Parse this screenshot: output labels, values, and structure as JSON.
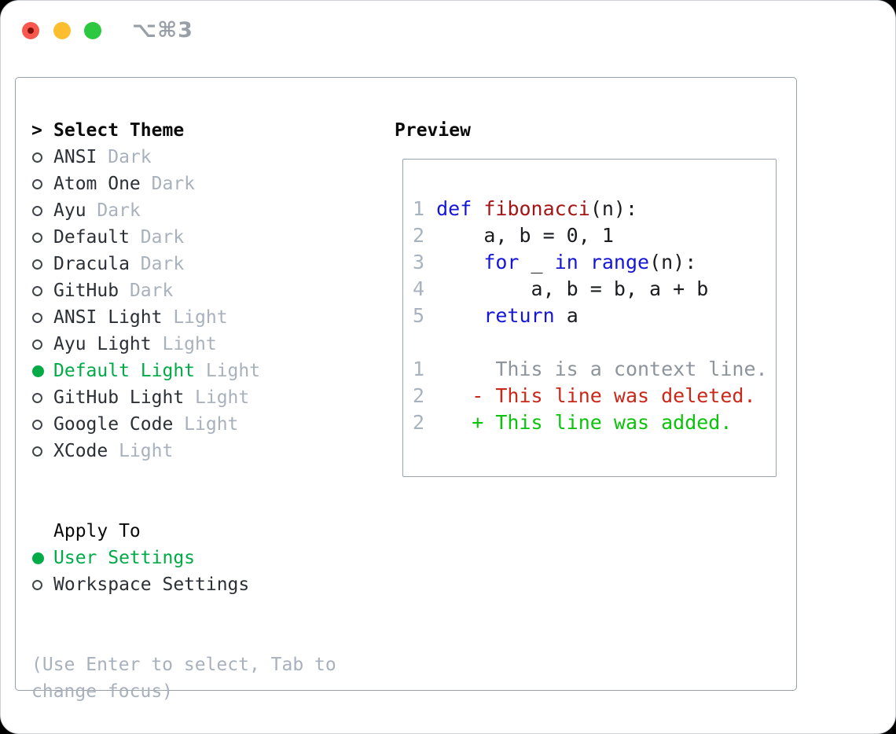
{
  "window": {
    "shortcut": "⌥⌘3",
    "traffic_lights": [
      "close",
      "minimize",
      "zoom"
    ]
  },
  "colors": {
    "accent_green": "#00ab47",
    "diff_added_green": "#0cc30c",
    "diff_deleted_red": "#c9281a",
    "diff_context_gray": "#8e949c",
    "keyword_blue": "#1616d9",
    "function_red": "#a41515",
    "line_number_gray": "#a9b3bf",
    "muted_gray": "#a8b1bc",
    "panel_border_gray": "#96a0ab"
  },
  "theme_panel": {
    "prompt": ">",
    "title": "Select Theme",
    "items": [
      {
        "label": "ANSI",
        "variant": "Dark",
        "selected": false
      },
      {
        "label": "Atom One",
        "variant": "Dark",
        "selected": false
      },
      {
        "label": "Ayu",
        "variant": "Dark",
        "selected": false
      },
      {
        "label": "Default",
        "variant": "Dark",
        "selected": false
      },
      {
        "label": "Dracula",
        "variant": "Dark",
        "selected": false
      },
      {
        "label": "GitHub",
        "variant": "Dark",
        "selected": false
      },
      {
        "label": "ANSI Light",
        "variant": "Light",
        "selected": false
      },
      {
        "label": "Ayu Light",
        "variant": "Light",
        "selected": false
      },
      {
        "label": "Default Light",
        "variant": "Light",
        "selected": true
      },
      {
        "label": "GitHub Light",
        "variant": "Light",
        "selected": false
      },
      {
        "label": "Google Code",
        "variant": "Light",
        "selected": false
      },
      {
        "label": "XCode",
        "variant": "Light",
        "selected": false
      }
    ],
    "apply_to": {
      "title": "Apply To",
      "options": [
        {
          "label": "User Settings",
          "selected": true
        },
        {
          "label": "Workspace Settings",
          "selected": false
        }
      ]
    },
    "hint_lines": [
      "(Use Enter to select, Tab to",
      "change focus)"
    ]
  },
  "preview": {
    "title": "Preview",
    "lines": [
      {
        "segments": [
          {
            "t": "1",
            "c": "num"
          },
          {
            "t": " ",
            "c": "pl"
          },
          {
            "t": "def",
            "c": "kw"
          },
          {
            "t": " ",
            "c": "pl"
          },
          {
            "t": "fibonacci",
            "c": "fn"
          },
          {
            "t": "(n):",
            "c": "pl"
          }
        ]
      },
      {
        "segments": [
          {
            "t": "2",
            "c": "num"
          },
          {
            "t": "     a, b = 0, 1",
            "c": "pl"
          }
        ]
      },
      {
        "segments": [
          {
            "t": "3",
            "c": "num"
          },
          {
            "t": "     ",
            "c": "pl"
          },
          {
            "t": "for",
            "c": "kw"
          },
          {
            "t": " _ ",
            "c": "pl"
          },
          {
            "t": "in",
            "c": "kw"
          },
          {
            "t": " ",
            "c": "pl"
          },
          {
            "t": "range",
            "c": "kw"
          },
          {
            "t": "(n):",
            "c": "pl"
          }
        ]
      },
      {
        "segments": [
          {
            "t": "4",
            "c": "num"
          },
          {
            "t": "         a, b = b, a + b",
            "c": "pl"
          }
        ]
      },
      {
        "segments": [
          {
            "t": "5",
            "c": "num"
          },
          {
            "t": "     ",
            "c": "pl"
          },
          {
            "t": "return",
            "c": "kw"
          },
          {
            "t": " a",
            "c": "pl"
          }
        ]
      },
      {
        "segments": []
      },
      {
        "segments": [
          {
            "t": "1",
            "c": "num"
          },
          {
            "t": "      ",
            "c": "pl"
          },
          {
            "t": "This is a context line.",
            "c": "ctx"
          }
        ]
      },
      {
        "segments": [
          {
            "t": "2",
            "c": "num"
          },
          {
            "t": "    ",
            "c": "pl"
          },
          {
            "t": "- This line was deleted.",
            "c": "del"
          }
        ]
      },
      {
        "segments": [
          {
            "t": "2",
            "c": "num"
          },
          {
            "t": "    ",
            "c": "pl"
          },
          {
            "t": "+ This line was added.",
            "c": "add"
          }
        ]
      }
    ]
  }
}
